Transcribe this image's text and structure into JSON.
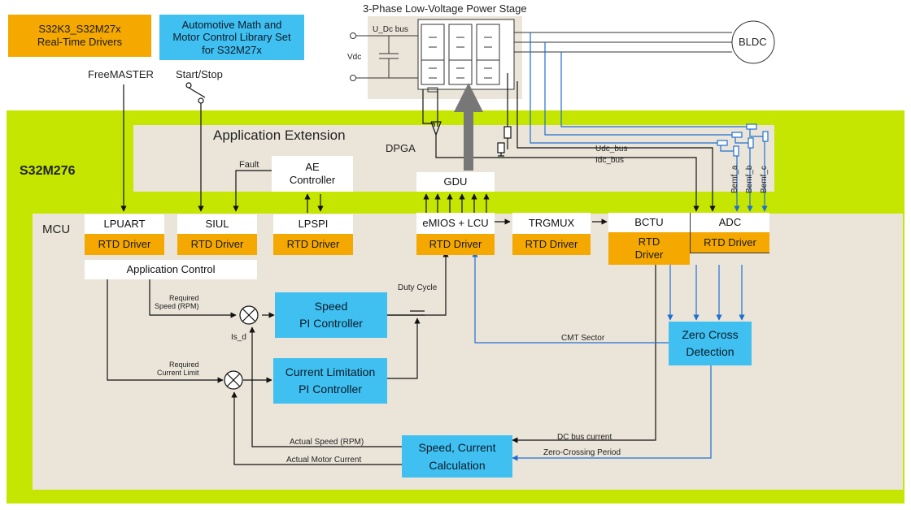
{
  "legend": {
    "drivers": "S32K3_S32M27x\nReal-Time Drivers",
    "library": "Automotive Math and\nMotor Control Library Set\nfor S32M27x"
  },
  "power_stage": {
    "title": "3-Phase Low-Voltage Power Stage",
    "udc_bus": "U_Dc bus",
    "vdc": "Vdc",
    "motor": "BLDC"
  },
  "inputs": {
    "freemaster": "FreeMASTER",
    "start_stop": "Start/Stop"
  },
  "chip": {
    "name": "S32M276"
  },
  "app_ext": {
    "title": "Application Extension",
    "dpga": "DPGA",
    "fault": "Fault",
    "ae_controller": "AE\nController",
    "gdu": "GDU",
    "udc_bus": "Udc_bus",
    "idc_bus": "Idc_bus",
    "bemf_a": "Bemf_a",
    "bemf_b": "Bemf_b",
    "bemf_c": "Bemf_c"
  },
  "mcu": {
    "title": "MCU",
    "lpuart": "LPUART",
    "siul": "SIUL",
    "lpspi": "LPSPI",
    "emios": "eMIOS + LCU",
    "trgmux": "TRGMUX",
    "bctu": "BCTU",
    "adc": "ADC",
    "rtd": "RTD Driver",
    "rtd_bctu": "RTD\nDriver",
    "app_control": "Application Control"
  },
  "control": {
    "req_speed": "Required\nSpeed (RPM)",
    "req_current": "Required\nCurrent Limit",
    "is_d": "Is_d",
    "duty_cycle": "Duty Cycle",
    "speed_pi": "Speed\nPI Controller",
    "current_pi": "Current Limitation\nPI Controller",
    "zero_cross": "Zero Cross\nDetection",
    "calc": "Speed, Current\nCalculation",
    "cmt_sector": "CMT Sector",
    "dc_bus_current": "DC bus current",
    "zc_period": "Zero-Crossing Period",
    "actual_speed": "Actual Speed (RPM)",
    "actual_current": "Actual Motor Current"
  },
  "colors": {
    "chip_green": "#c5e600",
    "panel_beige": "#ebe5d9",
    "rtd_orange": "#f5a800",
    "block_blue": "#40c0f0",
    "signal_blue": "#1f6fd1"
  }
}
